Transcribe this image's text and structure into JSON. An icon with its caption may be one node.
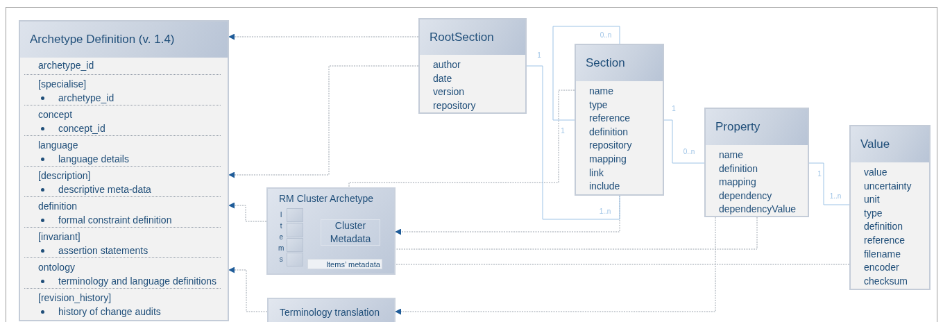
{
  "diagram": {
    "nodes": [
      {
        "text": [
          "Archetype Definition (v. 1.4)"
        ]
      },
      {
        "text": [
          "archetype_id"
        ],
        "in": 0
      },
      {
        "text": [
          "[specialise]",
          "archetype_id"
        ],
        "in": 0
      },
      {
        "text": [
          "concept",
          "concept_id"
        ],
        "in": 0
      },
      {
        "text": [
          "language",
          "language details"
        ],
        "in": 0
      },
      {
        "text": [
          "[description]",
          "descriptive meta-data"
        ],
        "in": 0
      },
      {
        "text": [
          "definition",
          "formal constraint definition"
        ],
        "in": 0
      },
      {
        "text": [
          "[invariant]",
          "assertion statements"
        ],
        "in": 0
      },
      {
        "text": [
          "ontology",
          "terminology and language definitions"
        ],
        "in": 0
      },
      {
        "text": [
          "[revision_history]",
          "history of change audits"
        ],
        "in": 0
      },
      {
        "text": [
          "RootSection",
          "author",
          "date",
          "version",
          "repository"
        ]
      },
      {
        "text": [
          "Section",
          "name",
          "type",
          "reference",
          "definition",
          "repository",
          "mapping",
          "link",
          "include"
        ]
      },
      {
        "text": [
          "RM Cluster Archetype",
          "Items"
        ]
      },
      {
        "text": [],
        "shape": "box",
        "in": 12
      },
      {
        "text": [
          "Cluster Metadata"
        ],
        "in": 12
      },
      {
        "text": [
          "Items’ metadata"
        ],
        "in": 12
      },
      {
        "text": [
          "Property",
          "name",
          "definition",
          "mapping",
          "dependency",
          "dependencyValue"
        ]
      },
      {
        "text": [
          "Value",
          "value",
          "uncertainty",
          "unit",
          "type",
          "definition",
          "reference",
          "filename",
          "encoder",
          "checksum"
        ]
      },
      {
        "text": [
          "Terminology translation"
        ]
      }
    ],
    "edges": [
      {
        "from": 10,
        "to": 0,
        "arrow": "to",
        "style": "dashed"
      },
      {
        "from": 10,
        "to": 5,
        "arrow": "to",
        "style": "dashed"
      },
      {
        "from": 11,
        "to": 14,
        "arrow": "to",
        "style": "dashed"
      },
      {
        "from": 11,
        "to": 12,
        "arrow": "to",
        "style": "dashed"
      },
      {
        "from": 10,
        "to": 11,
        "arrow": "none",
        "color": "#9dc3e6"
      },
      {
        "from": 11,
        "to": 11,
        "arrow": "none",
        "color": "#9dc3e6"
      },
      {
        "from": 11,
        "to": 16,
        "arrow": "none",
        "color": "#9dc3e6"
      },
      {
        "from": 16,
        "to": 17,
        "arrow": "none",
        "color": "#9dc3e6"
      },
      {
        "from": 16,
        "to": 13,
        "arrow": "to",
        "style": "dashed"
      },
      {
        "from": 17,
        "to": 15,
        "arrow": "to",
        "style": "dashed"
      },
      {
        "from": 16,
        "to": 18,
        "arrow": "to",
        "style": "dashed"
      },
      {
        "from": 12,
        "to": 6,
        "arrow": "to",
        "style": "dashed"
      },
      {
        "from": 18,
        "to": 8,
        "arrow": "to",
        "style": "dashed"
      }
    ],
    "labels": [
      "0..n",
      "1",
      "1",
      "1",
      "0..n",
      "1",
      "1..n",
      "1..n"
    ]
  }
}
